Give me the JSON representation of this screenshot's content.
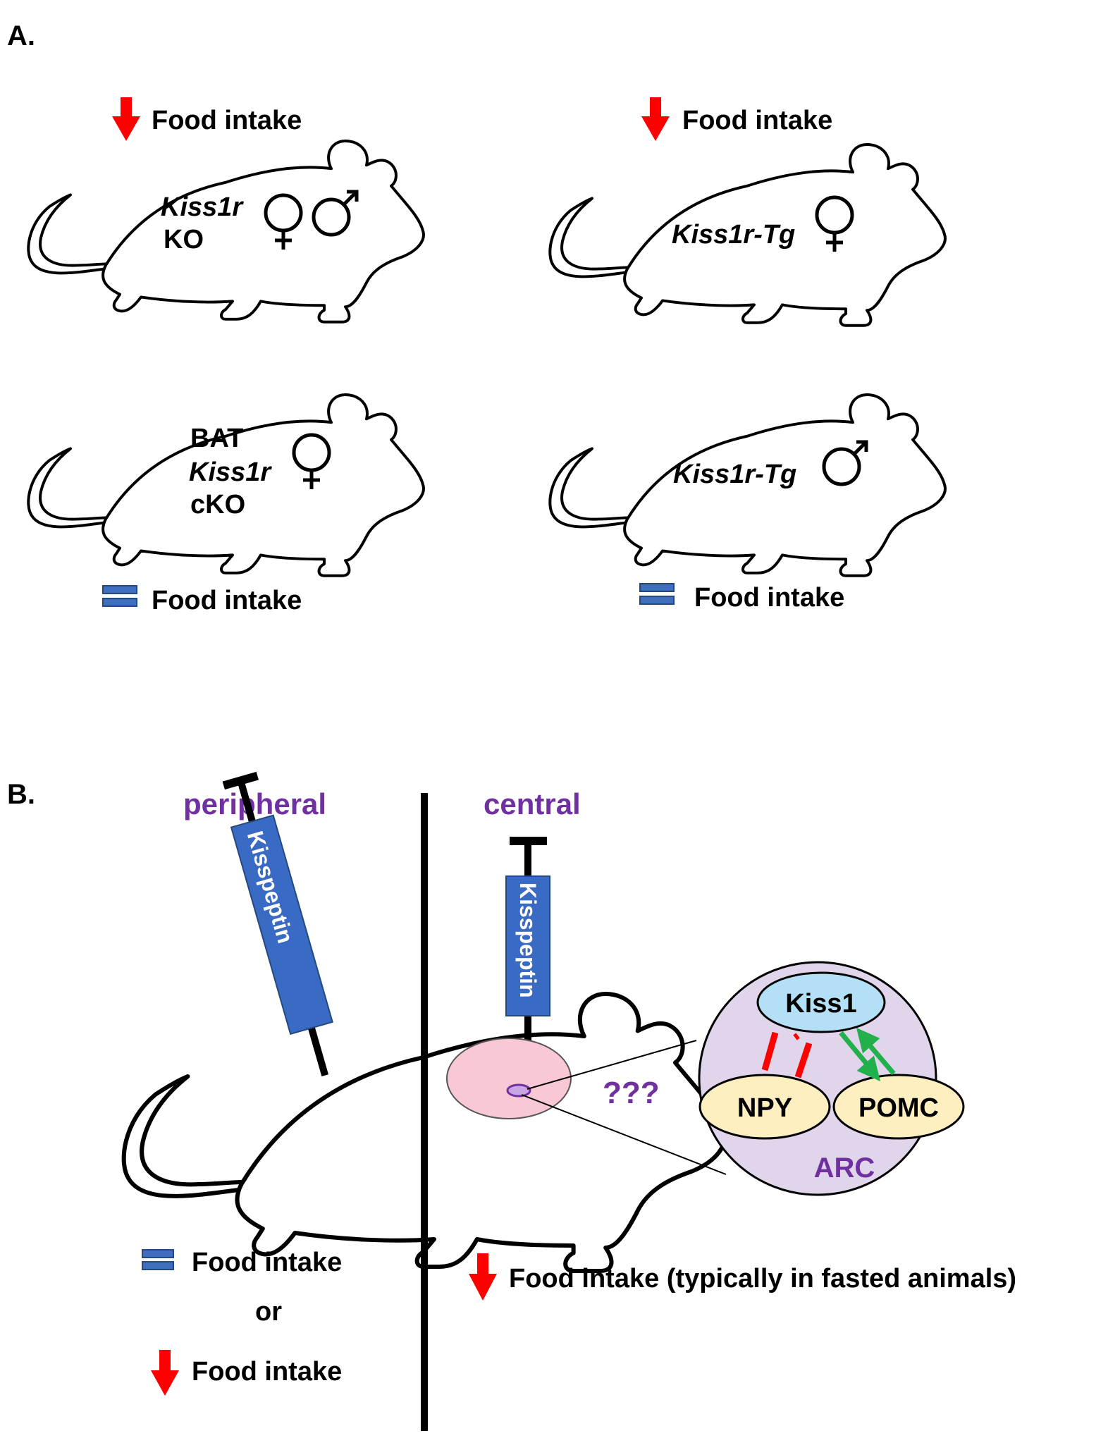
{
  "colors": {
    "decrease_arrow": "#ff0000",
    "equal_sign": "#3f6ebf",
    "equal_sign_border": "#24497f",
    "purple_text": "#7030a0",
    "syringe_barrel": "#3a6bc4",
    "kiss1_fill": "#b4e0f7",
    "npy_pomc_fill": "#fdefc0",
    "arc_fill": "#e1d5ec",
    "brain_fill": "#f8c8d4",
    "inhibit_bar": "#ff0000",
    "stimulate_arrow": "#22b04b"
  },
  "panel_a": {
    "label": "A.",
    "mouse_1": {
      "effect_icon": "down-arrow",
      "effect_text": "Food intake",
      "line1": "Kiss1r",
      "line2": "KO",
      "sex_icons": [
        "female",
        "male"
      ]
    },
    "mouse_2": {
      "effect_icon": "down-arrow",
      "effect_text": "Food intake",
      "line1": "Kiss1r-Tg",
      "sex_icons": [
        "female"
      ]
    },
    "mouse_3": {
      "effect_icon": "equal-sign",
      "effect_text": "Food intake",
      "line1": "BAT",
      "line2": "Kiss1r",
      "line3": "cKO",
      "sex_icons": [
        "female"
      ]
    },
    "mouse_4": {
      "effect_icon": "equal-sign",
      "effect_text": "Food intake",
      "line1": "Kiss1r-Tg",
      "sex_icons": [
        "male"
      ]
    }
  },
  "panel_b": {
    "label": "B.",
    "peripheral": {
      "title": "peripheral",
      "syringe_label": "Kisspeptin",
      "outcome_1": "Food intake",
      "connector": "or",
      "outcome_2": "Food intake"
    },
    "central": {
      "title": "central",
      "syringe_label": "Kisspeptin",
      "unknown": "???",
      "outcome": "Food intake (typically in fasted animals)"
    },
    "arc": {
      "region_label": "ARC",
      "kiss1": "Kiss1",
      "npy": "NPY",
      "pomc": "POMC"
    }
  }
}
